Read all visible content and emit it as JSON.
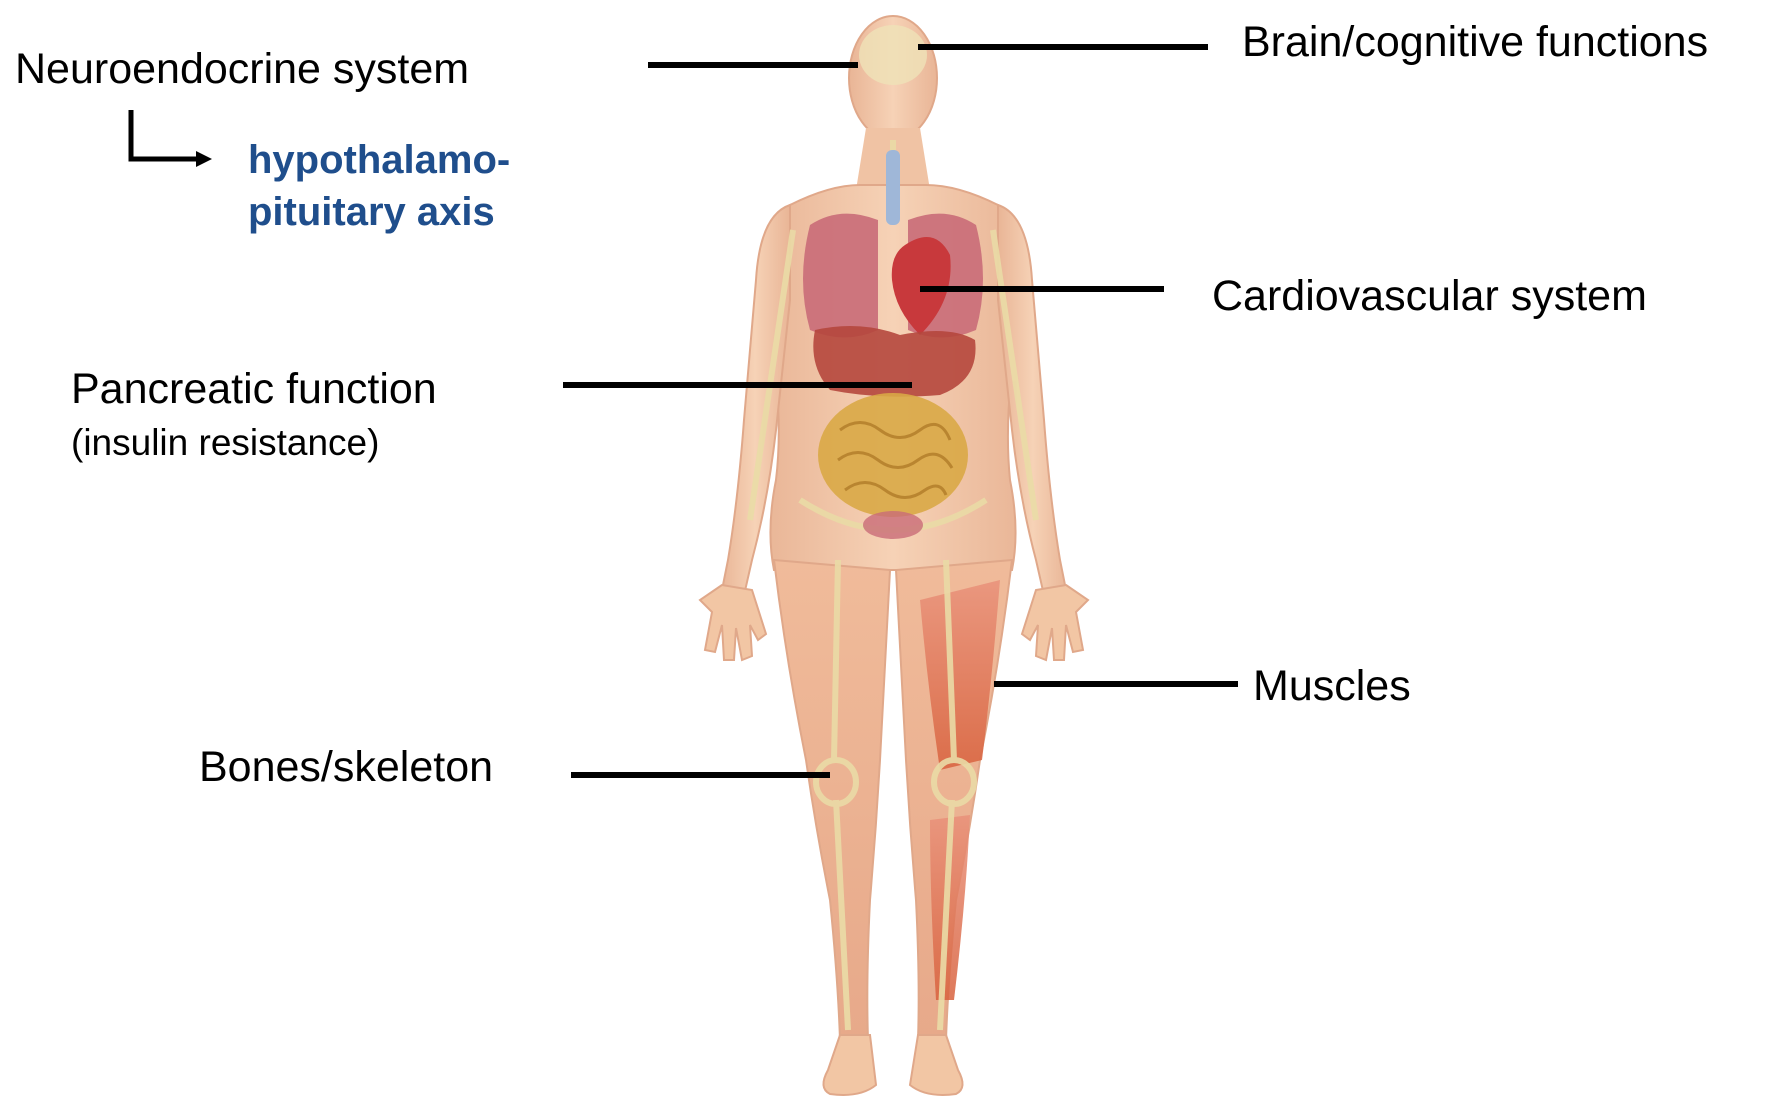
{
  "labels": {
    "neuroendocrine": "Neuroendocrine system",
    "hypothalamo_line1": "hypothalamo-",
    "hypothalamo_line2": "pituitary axis",
    "brain": "Brain/cognitive functions",
    "cardiovascular": "Cardiovascular system",
    "pancreatic": "Pancreatic function",
    "pancreatic_note": "(insulin resistance)",
    "muscles": "Muscles",
    "bones": "Bones/skeleton"
  },
  "colors": {
    "text": "#000000",
    "highlight_text": "#1f4e8c",
    "skin": "#f2c6a4",
    "skin_shadow": "#e3a98a",
    "organ": "#c8474a",
    "lung": "#c96b78",
    "intestine": "#d9a846",
    "bone": "#eadba6",
    "muscle": "#d9694a"
  },
  "icons": {
    "figure": "human-anatomy-figure",
    "arrow": "elbow-arrow-icon"
  }
}
